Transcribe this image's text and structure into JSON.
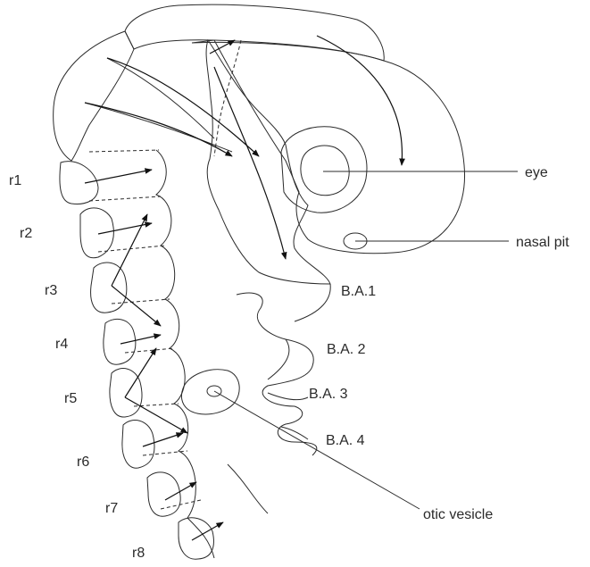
{
  "colors": {
    "forebrain_yellow": "#ffee00",
    "head_yellow": "#fff4b0",
    "midbrain_green": "#0a9a3c",
    "crest_green": "#b7dcbf",
    "r1": "#e0141b",
    "r2": "#9b3b8c",
    "r3": "#29b6ee",
    "r4": "#f07f1d",
    "r5": "#252c8f",
    "r6": "#2f7a6e",
    "r7": "#e6138e",
    "r8": "#6a84c4"
  },
  "labels": {
    "r1": "r1",
    "r2": "r2",
    "r3": "r3",
    "r4": "r4",
    "r5": "r5",
    "r6": "r6",
    "r7": "r7",
    "r8": "r8",
    "eye": "eye",
    "nasal_pit": "nasal pit",
    "ba1": "B.A.1",
    "ba2": "B.A. 2",
    "ba3": "B.A. 3",
    "ba4": "B.A. 4",
    "otic_vesicle": "otic vesicle"
  }
}
